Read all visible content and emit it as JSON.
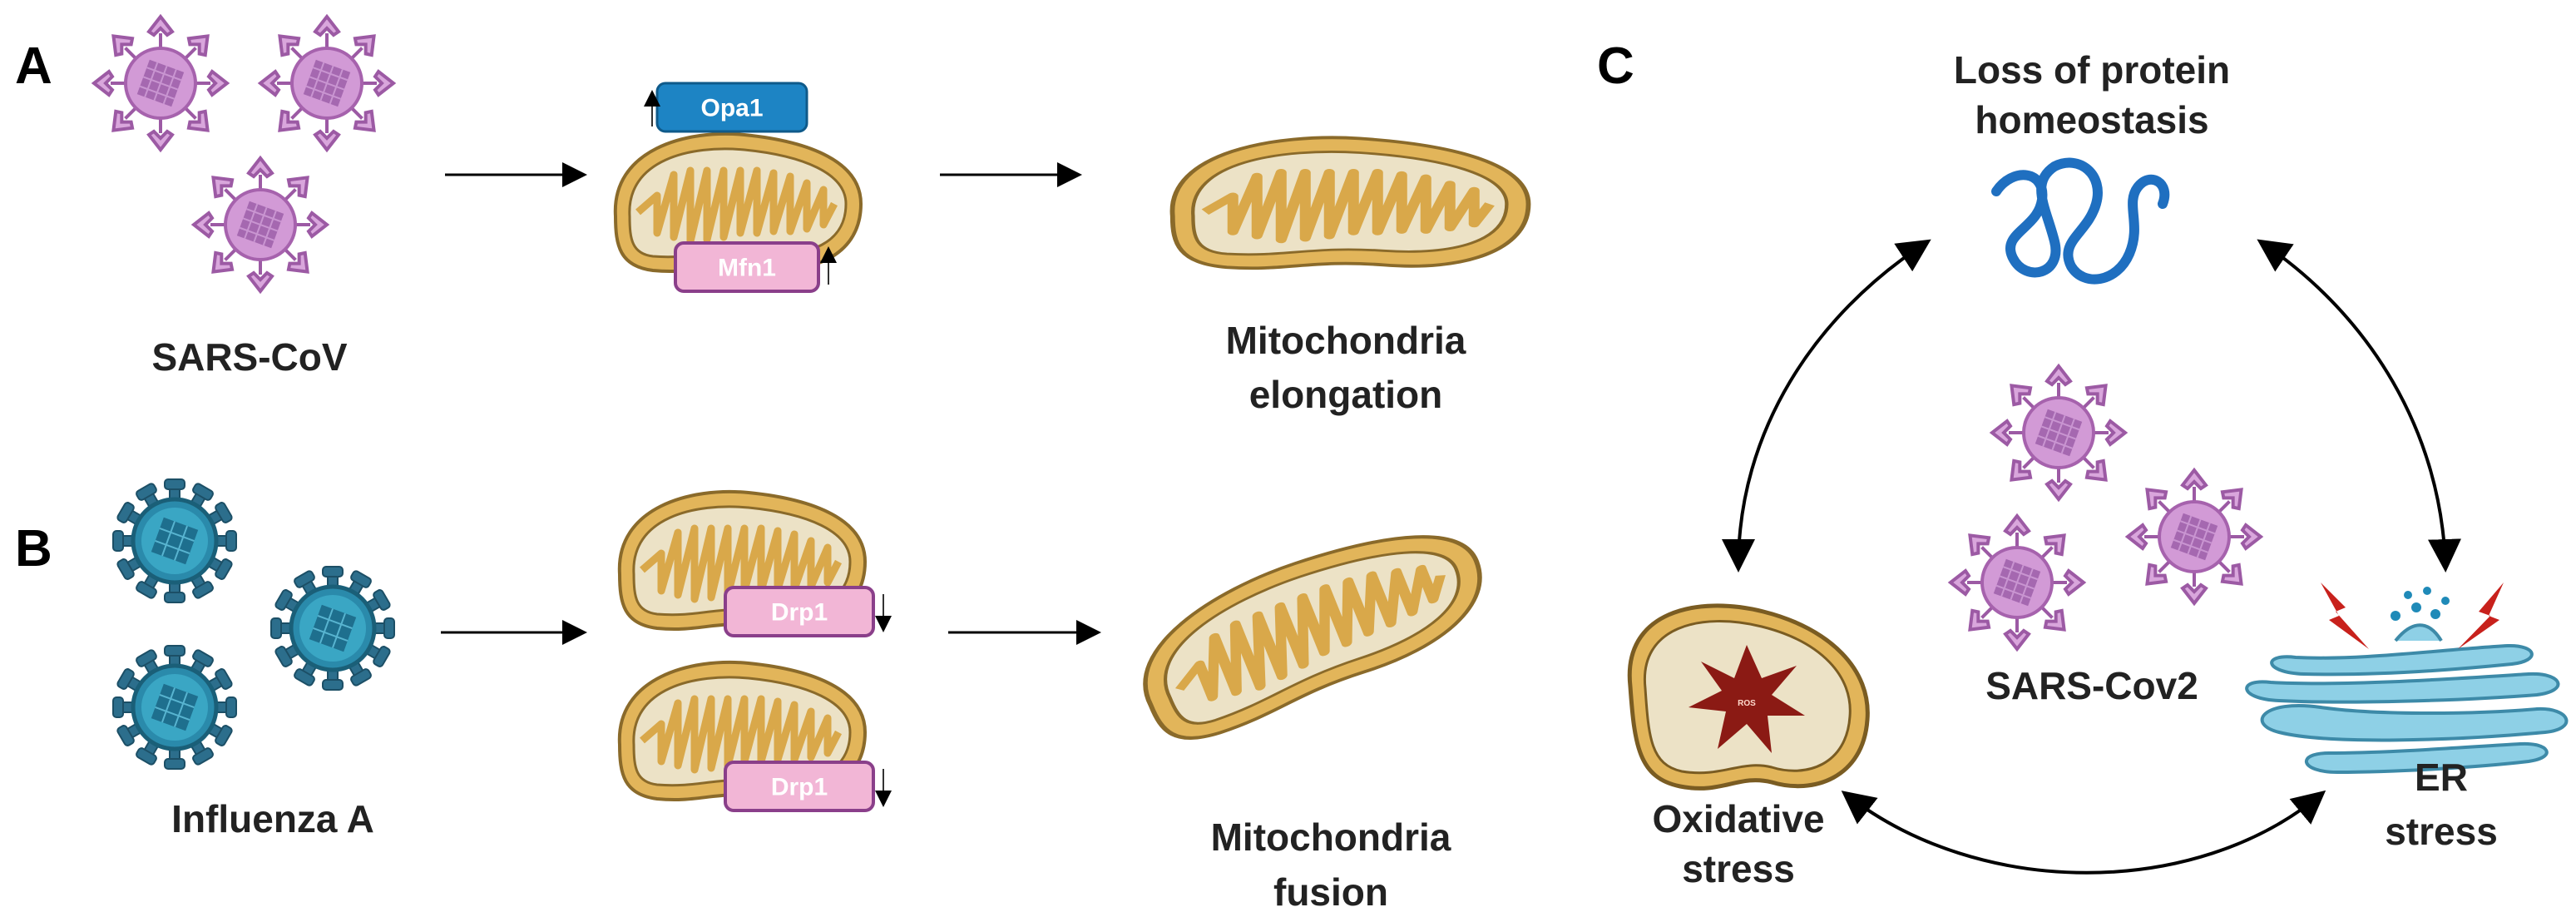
{
  "panels": {
    "a": {
      "letter": "A",
      "virus_label": "SARS-CoV",
      "top_protein": "Opa1",
      "bottom_protein": "Mfn1",
      "outcome_line1": "Mitochondria",
      "outcome_line2": "elongation"
    },
    "b": {
      "letter": "B",
      "virus_label": "Influenza A",
      "protein_1": "Drp1",
      "protein_2": "Drp1",
      "outcome_line1": "Mitochondria",
      "outcome_line2": "fusion"
    },
    "c": {
      "letter": "C",
      "top_line1": "Loss of protein",
      "top_line2": "homeostasis",
      "center_label": "SARS-Cov2",
      "left_line1": "Oxidative",
      "left_line2": "stress",
      "right_line1": "ER",
      "right_line2": "stress",
      "ros_label": "ROS"
    }
  },
  "colors": {
    "sars_virus": "#c48ac8",
    "influenza_virus": "#1f8aa8",
    "mito_outer": "#e2b55a",
    "mito_inner": "#ece2c6",
    "opa1": "#1d84c4",
    "mfn1_drp1": "#f2b6d6",
    "protein_coil": "#1f6fc0",
    "er": "#8ed0e6",
    "ros_star": "#8b1a14"
  },
  "icons": [
    "sars-virus-icon",
    "influenza-virus-icon",
    "mitochondrion-icon",
    "protein-coil-icon",
    "er-icon",
    "lightning-icon",
    "ros-star-icon"
  ]
}
